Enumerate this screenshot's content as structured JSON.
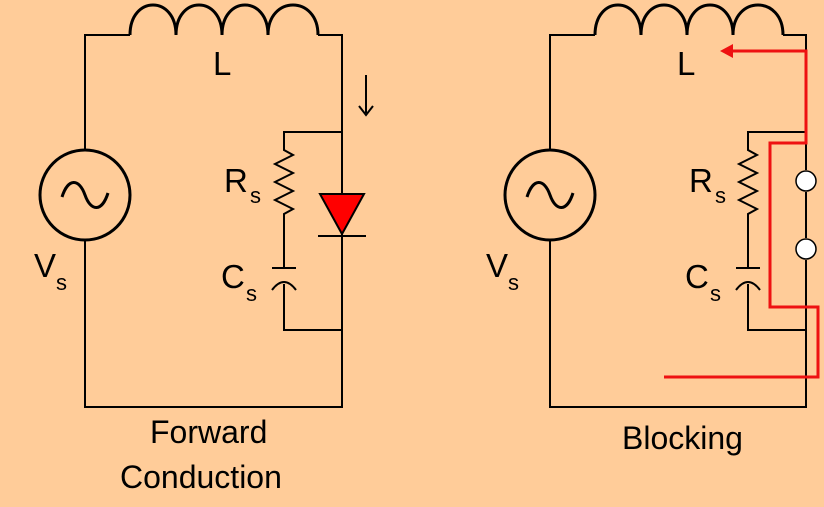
{
  "colors": {
    "background": "#FFCC99",
    "wire": "#000000",
    "diode_fill": "#FF0000",
    "current_path": "#EE1111",
    "terminal_fill": "#FFFFFF"
  },
  "left_circuit": {
    "inductor_label": "L",
    "resistor_label_main": "R",
    "resistor_label_sub": "s",
    "capacitor_label_main": "C",
    "capacitor_label_sub": "s",
    "source_label_main": "V",
    "source_label_sub": "s",
    "caption_line1": "Forward",
    "caption_line2": "Conduction"
  },
  "right_circuit": {
    "inductor_label": "L",
    "resistor_label_main": "R",
    "resistor_label_sub": "s",
    "capacitor_label_main": "C",
    "capacitor_label_sub": "s",
    "source_label_main": "V",
    "source_label_sub": "s",
    "caption": "Blocking"
  }
}
